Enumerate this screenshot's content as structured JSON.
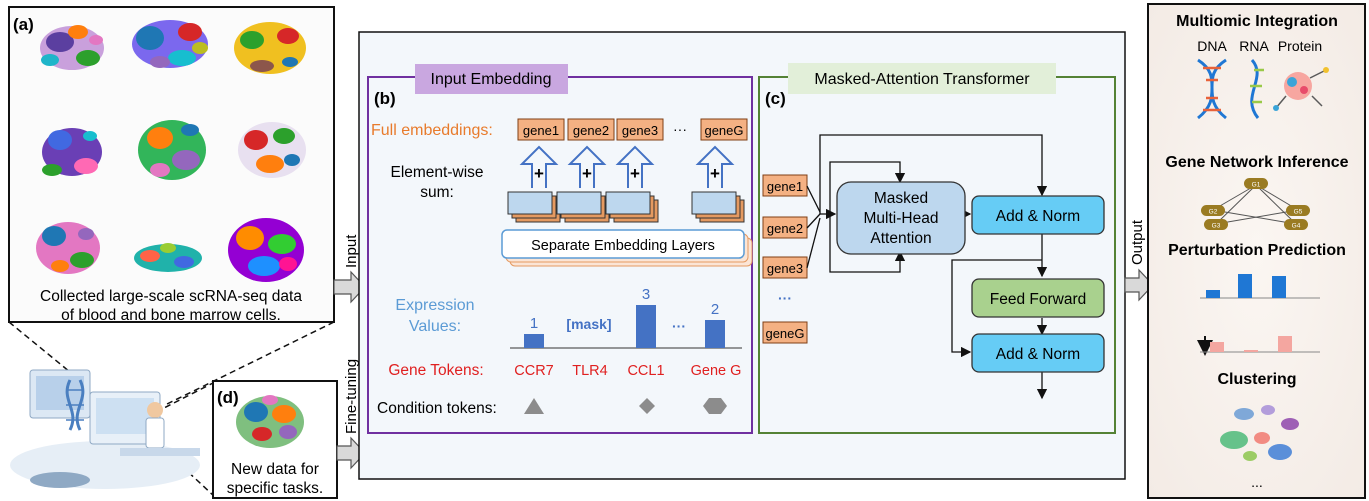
{
  "panel_a": {
    "tag": "(a)",
    "caption_line1": "Collected large-scale scRNA-seq data",
    "caption_line2": "of blood and bone marrow cells."
  },
  "panel_d": {
    "tag": "(d)",
    "caption_line1": "New data for",
    "caption_line2": "specific tasks."
  },
  "arrows": {
    "input": "Input",
    "fine_tuning": "Fine-tuning",
    "output": "Output"
  },
  "panel_b": {
    "tag": "(b)",
    "header": "Input Embedding",
    "full_embeddings_label": "Full embeddings:",
    "full_tokens": [
      "gene1",
      "gene2",
      "gene3",
      "geneG"
    ],
    "ellipsis": "···",
    "plus": "+",
    "elementwise_line1": "Element-wise",
    "elementwise_line2": "sum:",
    "separate_layers": "Separate Embedding Layers",
    "expression_line1": "Expression",
    "expression_line2": "Values:",
    "expression_values": [
      "1",
      "[mask]",
      "3",
      "2"
    ],
    "gene_tokens_label": "Gene Tokens:",
    "gene_tokens": [
      "CCR7",
      "TLR4",
      "CCL1",
      "Gene G"
    ],
    "condition_label": "Condition tokens:"
  },
  "panel_c": {
    "tag": "(c)",
    "header": "Masked-Attention Transformer",
    "tokens": [
      "gene1",
      "gene2",
      "gene3",
      "···",
      "geneG"
    ],
    "attention_line1": "Masked",
    "attention_line2": "Multi-Head",
    "attention_line3": "Attention",
    "add_norm_1": "Add & Norm",
    "feed_forward": "Feed Forward",
    "add_norm_2": "Add & Norm"
  },
  "right_panel": {
    "multiomic_title": "Multiomic Integration",
    "multiomic_labels": [
      "DNA",
      "RNA",
      "Protein"
    ],
    "gene_network_title": "Gene Network Inference",
    "network_nodes": [
      "G1",
      "G2",
      "G5",
      "G3",
      "G4"
    ],
    "perturbation_title": "Perturbation Prediction",
    "clustering_title": "Clustering",
    "ellipsis": "..."
  },
  "colors": {
    "orange_text": "#e87b2c",
    "token_fill": "#f4b183",
    "token_stroke": "#7f3f14",
    "blue_text": "#5b9bd5",
    "red_text": "#e02020",
    "bar_blue": "#4472c4",
    "purple_border": "#7030a0",
    "purple_fill": "#c9a7e0",
    "green_border": "#548235",
    "green_fill": "#e2efd9",
    "light_blue_box": "#bdd7ee",
    "cyan_box": "#66ccf5",
    "ff_green": "#a9d18e"
  }
}
